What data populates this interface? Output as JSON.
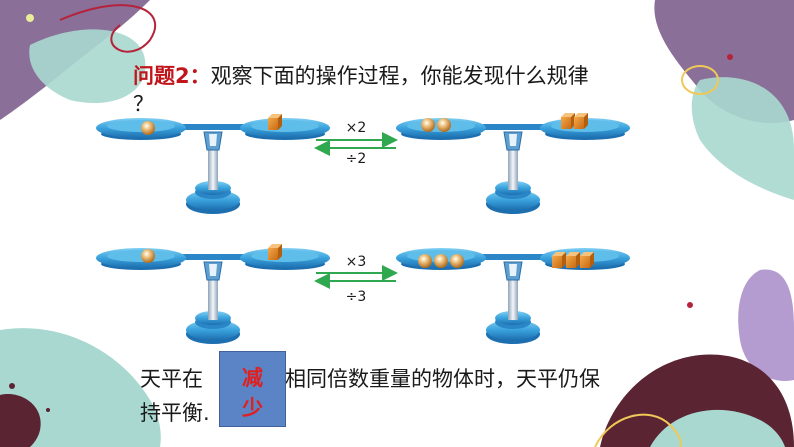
{
  "question": {
    "tag": "问题2：",
    "text": "观察下面的操作过程，你能发现什么规律",
    "tail": "？"
  },
  "operations": [
    {
      "forward": "×2",
      "backward": "÷2",
      "left_balls": 1,
      "left_cubes": 1,
      "right_balls": 2,
      "right_cubes": 2
    },
    {
      "forward": "×3",
      "backward": "÷3",
      "left_balls": 1,
      "left_cubes": 1,
      "right_balls": 3,
      "right_cubes": 3
    }
  ],
  "conclusion": {
    "part1": "天平在",
    "part2": "相同倍数重量的物体时，天平仍保",
    "part3": "持平衡."
  },
  "answer_box": {
    "char1": "减",
    "char2": "少"
  },
  "colors": {
    "scale": "#3aa2dc",
    "arrow": "#2fa84f",
    "title_tag": "#c0161b",
    "answer": "#e01f1f",
    "box": "#5b84c6"
  }
}
